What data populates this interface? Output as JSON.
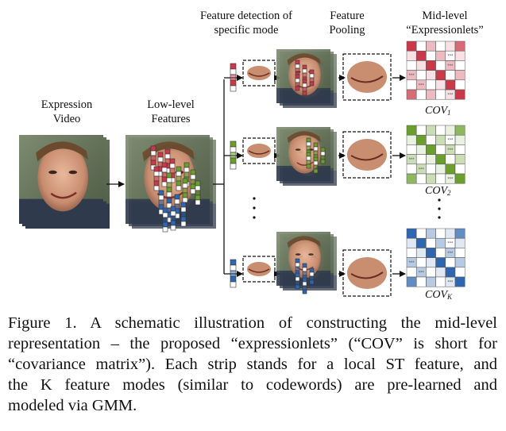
{
  "headers": {
    "expression_video": [
      "Expression",
      "Video"
    ],
    "low_level": [
      "Low-level",
      "Features"
    ],
    "feature_detection": [
      "Feature detection of",
      "specific mode"
    ],
    "feature_pooling": [
      "Feature",
      "Pooling"
    ],
    "mid_level": [
      "Mid-level",
      "“Expressionlets”"
    ]
  },
  "cov_labels": [
    {
      "base": "COV",
      "sub": "1"
    },
    {
      "base": "COV",
      "sub": "2"
    },
    {
      "base": "COV",
      "sub": "K"
    }
  ],
  "matrix_cell_mark": "***",
  "colors": {
    "mode1": "#c9394a",
    "mode2": "#6a9f2c",
    "mode3": "#2e66b0",
    "arrow": "#111111"
  },
  "caption": {
    "lines": [
      "Figure 1. A schematic illustration of constructing the mid-level",
      "representation – the proposed “expressionlets” (“COV” is short for",
      "“covariance matrix”). Each strip stands for a local ST feature, and",
      "the K feature modes (similar to codewords) are pre-learned and",
      "modeled via GMM."
    ]
  }
}
